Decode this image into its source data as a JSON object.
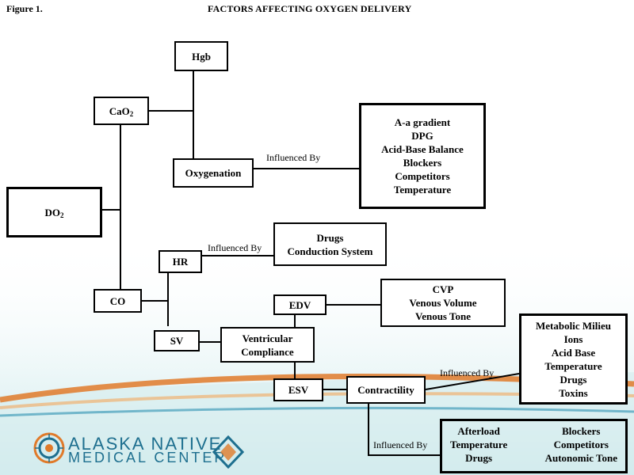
{
  "header": {
    "figure_label": "Figure 1.",
    "title": "FACTORS AFFECTING OXYGEN DELIVERY"
  },
  "nodes": {
    "hgb": "Hgb",
    "cao2_main": "CaO",
    "cao2_sub": "2",
    "oxygenation": "Oxygenation",
    "oxy_factors": [
      "A-a gradient",
      "DPG",
      "Acid-Base Balance",
      "Blockers",
      "Competitors",
      "Temperature"
    ],
    "do2_main": "DO",
    "do2_sub": "2",
    "hr": "HR",
    "hr_factors": [
      "Drugs",
      "Conduction System"
    ],
    "co": "CO",
    "sv": "SV",
    "edv": "EDV",
    "edv_factors": [
      "CVP",
      "Venous Volume",
      "Venous Tone"
    ],
    "ventricular_compliance": [
      "Ventricular",
      "Compliance"
    ],
    "esv": "ESV",
    "contractility": "Contractility",
    "contractility_factors": [
      "Metabolic Milieu",
      "Ions",
      "Acid Base",
      "Temperature",
      "Drugs",
      "Toxins"
    ],
    "bottom_factors_left": [
      "Afterload",
      "Temperature",
      "Drugs"
    ],
    "bottom_factors_right": [
      "Blockers",
      "Competitors",
      "Autonomic Tone"
    ]
  },
  "edge_labels": {
    "oxygenation": "Influenced By",
    "hr": "Influenced By",
    "contractility_right": "Influenced By",
    "contractility_down": "Influenced By"
  },
  "logo": {
    "line1": "ALASKA NATIVE",
    "line2": "MEDICAL CENTER"
  },
  "colors": {
    "wave_teal": "#bfe3e6",
    "wave_orange": "#e07a2a",
    "wave_blue": "#2a8fb0",
    "logo_blue": "#1e6f8f"
  }
}
